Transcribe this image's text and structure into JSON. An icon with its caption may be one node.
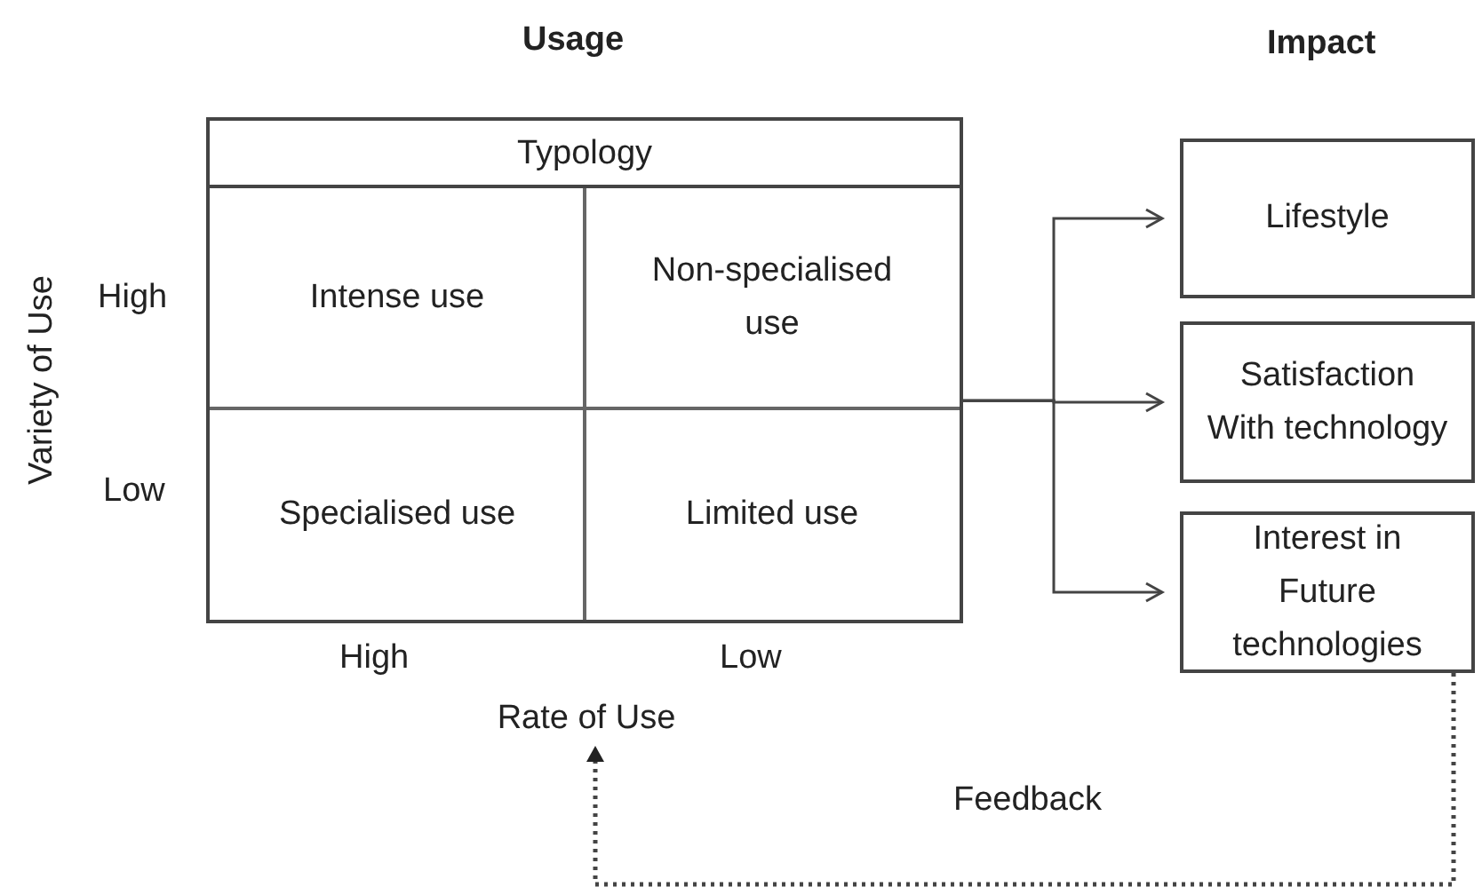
{
  "diagram": {
    "nodes": [
      {
        "text": [
          "Typology"
        ]
      },
      {
        "text": [
          "Intense use"
        ],
        "in": 0
      },
      {
        "text": [
          "Non-specialised use"
        ],
        "in": 0
      },
      {
        "text": [
          "Specialised use"
        ],
        "in": 0
      },
      {
        "text": [
          "Limited use"
        ],
        "in": 0
      },
      {
        "text": [
          "Lifestyle"
        ]
      },
      {
        "text": [
          "Satisfaction With technology"
        ]
      },
      {
        "text": [
          "Interest in Future technologies"
        ]
      },
      {
        "text": [
          "Rate of Use"
        ]
      }
    ],
    "edges": [
      {
        "from": 0,
        "to": 5,
        "arrow": "to"
      },
      {
        "from": 0,
        "to": 6,
        "arrow": "to"
      },
      {
        "from": 0,
        "to": 7,
        "arrow": "to"
      },
      {
        "from": 7,
        "to": 8,
        "arrow": "to",
        "label": "Feedback",
        "style": "dashed"
      }
    ],
    "labels": [
      "Usage",
      "Impact",
      "Variety of Use",
      "High",
      "Low",
      "High",
      "Low"
    ]
  }
}
